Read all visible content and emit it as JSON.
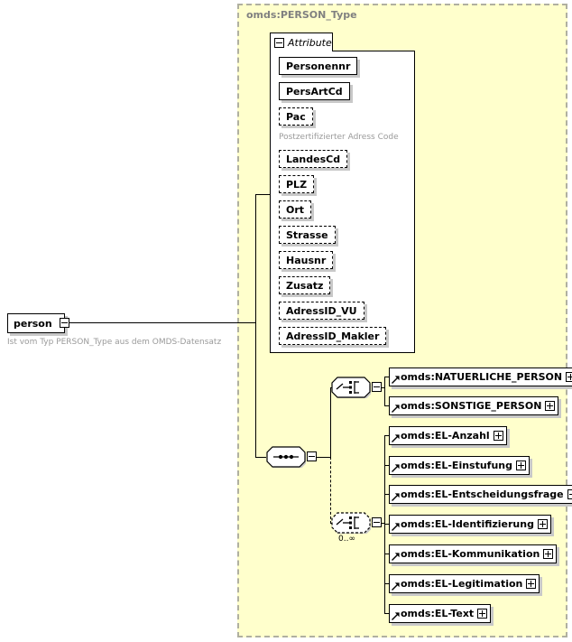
{
  "diagram": {
    "kind": "xsd-schema-diagram",
    "background": "#ffffff",
    "type_box_fill": "#ffffcc",
    "type_box_border": "#b0b0a0",
    "box_fill": "#ffffff",
    "shadow_color": "#c8c8c8",
    "annotation_color": "#9a9a9a"
  },
  "type_container": {
    "title": "omds:PERSON_Type"
  },
  "root_element": {
    "name": "person",
    "annotation": "Ist vom Typ PERSON_Type aus dem OMDS-Datensatz",
    "expander": "minus-box",
    "required": true
  },
  "attribute_panel": {
    "tab_label": "Attribute",
    "tab_expander": "minus-box",
    "attributes": [
      {
        "name": "Personennr",
        "optional": false,
        "annotation": null
      },
      {
        "name": "PersArtCd",
        "optional": false,
        "annotation": null
      },
      {
        "name": "Pac",
        "optional": true,
        "annotation": "Postzertifizierter Adress Code"
      },
      {
        "name": "LandesCd",
        "optional": true,
        "annotation": null
      },
      {
        "name": "PLZ",
        "optional": true,
        "annotation": null
      },
      {
        "name": "Ort",
        "optional": true,
        "annotation": null
      },
      {
        "name": "Strasse",
        "optional": true,
        "annotation": null
      },
      {
        "name": "Hausnr",
        "optional": true,
        "annotation": null
      },
      {
        "name": "Zusatz",
        "optional": true,
        "annotation": null
      },
      {
        "name": "AdressID_VU",
        "optional": true,
        "annotation": null
      },
      {
        "name": "AdressID_Makler",
        "optional": true,
        "annotation": null
      }
    ]
  },
  "compositors": {
    "sequence": {
      "kind": "sequence",
      "icon": "sequence-icon",
      "optional": false,
      "cardinality": null,
      "expander": "minus-box"
    },
    "choice_person": {
      "kind": "choice",
      "icon": "choice-icon",
      "optional": false,
      "cardinality": null,
      "expander": "minus-box"
    },
    "choice_el": {
      "kind": "choice",
      "icon": "choice-icon",
      "optional": true,
      "cardinality": "0..∞",
      "expander": "minus-box"
    }
  },
  "person_choice_elements": [
    {
      "name": "omds:NATUERLICHE_PERSON",
      "expander": "plus-box",
      "icon": "element-ref-arrow-icon"
    },
    {
      "name": "omds:SONSTIGE_PERSON",
      "expander": "plus-box",
      "icon": "element-ref-arrow-icon"
    }
  ],
  "el_choice_elements": [
    {
      "name": "omds:EL-Anzahl",
      "expander": "plus-box",
      "icon": "element-ref-arrow-icon"
    },
    {
      "name": "omds:EL-Einstufung",
      "expander": "plus-box",
      "icon": "element-ref-arrow-icon"
    },
    {
      "name": "omds:EL-Entscheidungsfrage",
      "expander": "plus-box",
      "icon": "element-ref-arrow-icon"
    },
    {
      "name": "omds:EL-Identifizierung",
      "expander": "plus-box",
      "icon": "element-ref-arrow-icon"
    },
    {
      "name": "omds:EL-Kommunikation",
      "expander": "plus-box",
      "icon": "element-ref-arrow-icon"
    },
    {
      "name": "omds:EL-Legitimation",
      "expander": "plus-box",
      "icon": "element-ref-arrow-icon"
    },
    {
      "name": "omds:EL-Text",
      "expander": "plus-box",
      "icon": "element-ref-arrow-icon"
    }
  ]
}
